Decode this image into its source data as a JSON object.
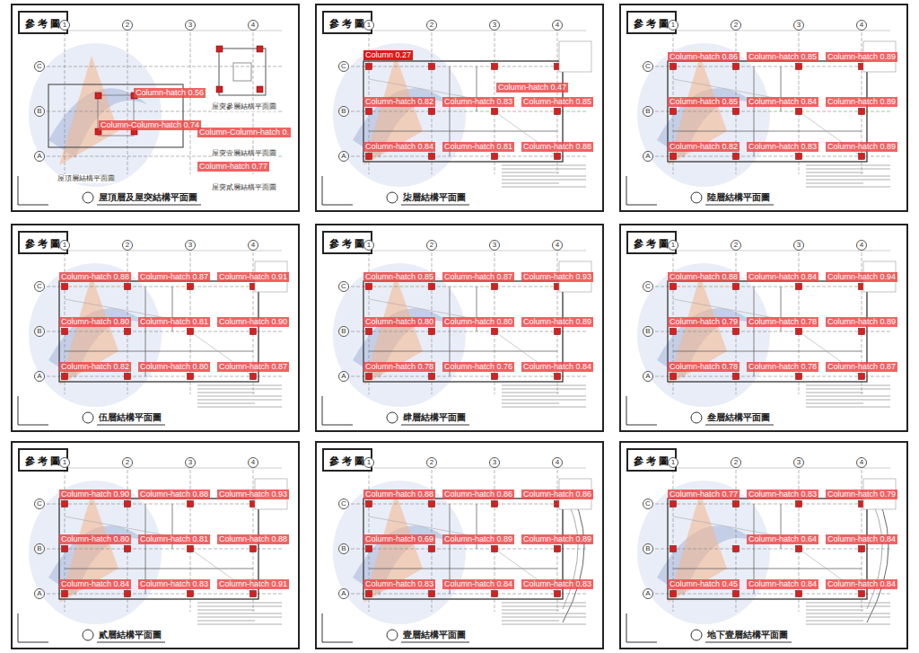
{
  "diagram": {
    "nodes": [
      {
        "text": [
          "屋頂層及屋突結構平面圖"
        ]
      },
      {
        "text": [
          "參考圖"
        ],
        "in": 0
      },
      {
        "text": [
          "柒層結構平面圖"
        ]
      },
      {
        "text": [
          "參考圖"
        ],
        "in": 2
      },
      {
        "text": [
          "陸層結構平面圖"
        ]
      },
      {
        "text": [
          "參考圖"
        ],
        "in": 4
      },
      {
        "text": [
          "伍層結構平面圖"
        ]
      },
      {
        "text": [
          "參考圖"
        ],
        "in": 6
      },
      {
        "text": [
          "肆層結構平面圖"
        ]
      },
      {
        "text": [
          "參考圖"
        ],
        "in": 8
      },
      {
        "text": [
          "叁層結構平面圖"
        ]
      },
      {
        "text": [
          "參考圖"
        ],
        "in": 10
      },
      {
        "text": [
          "貳層結構平面圖"
        ]
      },
      {
        "text": [
          "參考圖"
        ],
        "in": 12
      },
      {
        "text": [
          "壹層結構平面圖"
        ]
      },
      {
        "text": [
          "參考圖"
        ],
        "in": 14
      },
      {
        "text": [
          "地下壹層結構平面圖"
        ]
      },
      {
        "text": [
          "參考圖"
        ],
        "in": 16
      }
    ],
    "labels": [
      "1",
      "2",
      "3",
      "4",
      "C",
      "B",
      "A",
      "Column-hatch 0.56",
      "Column-Column-hatch 0.74",
      "Column-Column-hatch 0.",
      "Column-hatch 0.77",
      "屋突參層結構平面圖",
      "屋突壹層結構平面圖",
      "屋突貳層結構平面圖",
      "屋頂層結構平面圖",
      "1",
      "2",
      "3",
      "4",
      "C",
      "B",
      "A",
      "Column 0.27",
      "Column-hatch 0.47",
      "Column-hatch 0.82",
      "Column-hatch 0.83",
      "Column-hatch 0.85",
      "Column-hatch 0.84",
      "Column-hatch 0.81",
      "Column-hatch 0.88",
      "1",
      "2",
      "3",
      "4",
      "C",
      "B",
      "A",
      "Column-hatch 0.86",
      "Column-hatch 0.85",
      "Column-hatch 0.89",
      "Column-hatch 0.85",
      "Column-hatch 0.84",
      "Column-hatch 0.89",
      "Column-hatch 0.82",
      "Column-hatch 0.83",
      "Column-hatch 0.89",
      "1",
      "2",
      "3",
      "4",
      "C",
      "B",
      "A",
      "Column-hatch 0.88",
      "Column-hatch 0.87",
      "Column-hatch 0.91",
      "Column-hatch 0.80",
      "Column-hatch 0.81",
      "Column-hatch 0.90",
      "Column-hatch 0.82",
      "Column-hatch 0.80",
      "Column-hatch 0.87",
      "1",
      "2",
      "3",
      "4",
      "C",
      "B",
      "A",
      "Column-hatch 0.85",
      "Column-hatch 0.87",
      "Column-hatch 0.93",
      "Column-hatch 0.80",
      "Column-hatch 0.80",
      "Column-hatch 0.89",
      "Column-hatch 0.78",
      "Column-hatch 0.76",
      "Column-hatch 0.84",
      "1",
      "2",
      "3",
      "4",
      "C",
      "B",
      "A",
      "Column-hatch 0.88",
      "Column-hatch 0.84",
      "Column-hatch 0.94",
      "Column-hatch 0.79",
      "Column-hatch 0.78",
      "Column-hatch 0.89",
      "Column-hatch 0.78",
      "Column-hatch 0.78",
      "Column-hatch 0.87",
      "1",
      "2",
      "3",
      "4",
      "C",
      "B",
      "A",
      "Column-hatch 0.90",
      "Column-hatch 0.88",
      "Column-hatch 0.93",
      "Column-hatch 0.80",
      "Column-hatch 0.81",
      "Column-hatch 0.88",
      "Column-hatch 0.84",
      "Column-hatch 0.83",
      "Column-hatch 0.91",
      "1",
      "2",
      "3",
      "4",
      "C",
      "B",
      "A",
      "Column-hatch 0.88",
      "Column-hatch 0.86",
      "Column-hatch 0.86",
      "Column-hatch 0.69",
      "Column-hatch 0.89",
      "Column-hatch 0.89",
      "Column-hatch 0.83",
      "Column-hatch 0.84",
      "Column-hatch 0.83",
      "1",
      "2",
      "3",
      "4",
      "C",
      "B",
      "A",
      "Column-hatch 0.77",
      "Column-hatch 0.83",
      "Column-hatch 0.79",
      "Column-hatch 0.64",
      "Column-hatch 0.84",
      "Column-hatch 0.45",
      "Column-hatch 0.84",
      "Column-hatch 0.84"
    ]
  }
}
